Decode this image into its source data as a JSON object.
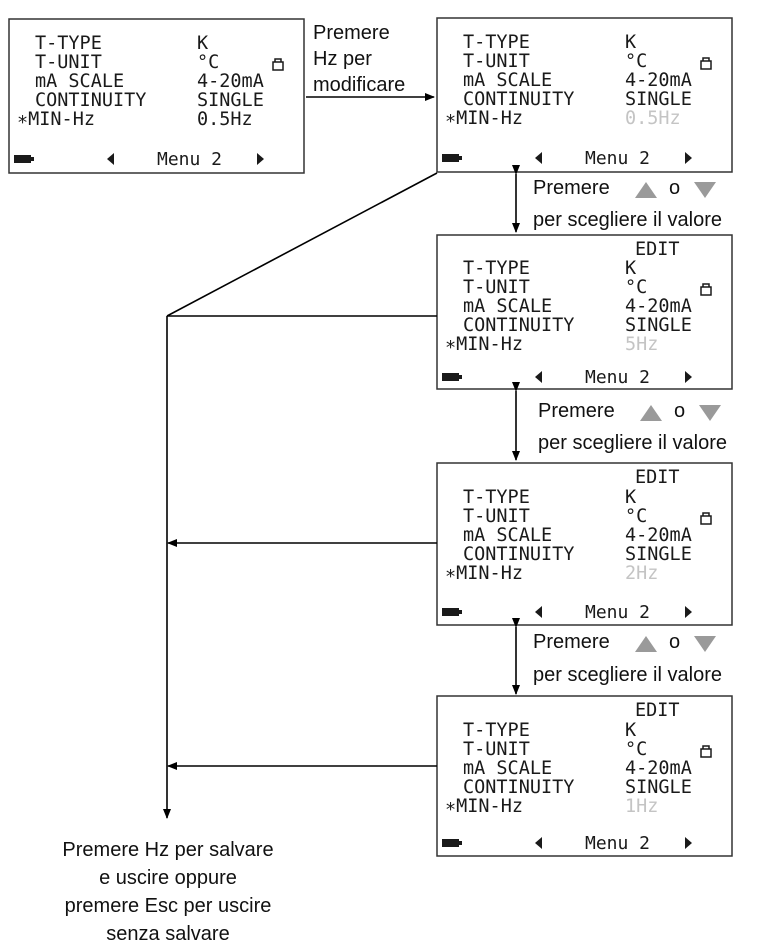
{
  "screens": [
    {
      "id": "s1",
      "edit_label": "",
      "rows": [
        {
          "label": "T-TYPE",
          "value": "K"
        },
        {
          "label": "T-UNIT",
          "value": "°C"
        },
        {
          "label": "mA SCALE",
          "value": "4-20mA"
        },
        {
          "label": "CONTINUITY",
          "value": "SINGLE"
        },
        {
          "label": "∗MIN-Hz",
          "value": "0.5Hz"
        }
      ],
      "highlight_last": false,
      "footer": "Menu 2"
    },
    {
      "id": "s2",
      "edit_label": "",
      "rows": [
        {
          "label": "T-TYPE",
          "value": "K"
        },
        {
          "label": "T-UNIT",
          "value": "°C"
        },
        {
          "label": "mA SCALE",
          "value": "4-20mA"
        },
        {
          "label": "CONTINUITY",
          "value": "SINGLE"
        },
        {
          "label": "∗MIN-Hz",
          "value": "0.5Hz"
        }
      ],
      "highlight_last": true,
      "footer": "Menu 2"
    },
    {
      "id": "s3",
      "edit_label": "EDIT",
      "rows": [
        {
          "label": "T-TYPE",
          "value": "K"
        },
        {
          "label": "T-UNIT",
          "value": "°C"
        },
        {
          "label": "mA SCALE",
          "value": "4-20mA"
        },
        {
          "label": "CONTINUITY",
          "value": "SINGLE"
        },
        {
          "label": "∗MIN-Hz",
          "value": "5Hz"
        }
      ],
      "highlight_last": true,
      "footer": "Menu 2"
    },
    {
      "id": "s4",
      "edit_label": "EDIT",
      "rows": [
        {
          "label": "T-TYPE",
          "value": "K"
        },
        {
          "label": "T-UNIT",
          "value": "°C"
        },
        {
          "label": "mA SCALE",
          "value": "4-20mA"
        },
        {
          "label": "CONTINUITY",
          "value": "SINGLE"
        },
        {
          "label": "∗MIN-Hz",
          "value": "2Hz"
        }
      ],
      "highlight_last": true,
      "footer": "Menu 2"
    },
    {
      "id": "s5",
      "edit_label": "EDIT",
      "rows": [
        {
          "label": "T-TYPE",
          "value": "K"
        },
        {
          "label": "T-UNIT",
          "value": "°C"
        },
        {
          "label": "mA SCALE",
          "value": "4-20mA"
        },
        {
          "label": "CONTINUITY",
          "value": "SINGLE"
        },
        {
          "label": "∗MIN-Hz",
          "value": "1Hz"
        }
      ],
      "highlight_last": true,
      "footer": "Menu 2"
    }
  ],
  "notes": {
    "hz_modify": [
      "Premere",
      "Hz per",
      "modificare"
    ],
    "choose_line1_before": "Premere",
    "choose_line1_mid": "o",
    "choose_line2": "per scegliere il valore",
    "final": [
      "Premere Hz per salvare",
      "e uscire oppure",
      "premere Esc per uscire",
      "senza salvare"
    ]
  },
  "icons": {
    "battery": "battery-icon",
    "left": "left-arrow-icon",
    "right": "right-arrow-icon",
    "lock": "lock-icon",
    "up": "up-triangle-icon",
    "down": "down-triangle-icon"
  },
  "colors": {
    "dim_value": "#c4c4c4",
    "triangle": "#9a9a9a"
  }
}
